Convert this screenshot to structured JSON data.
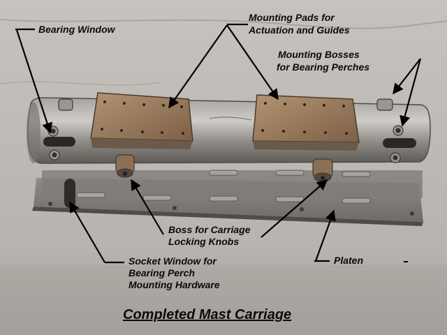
{
  "photo": {
    "subject": "Welded steel mast carriage assembly photographed on a concrete floor",
    "colors": {
      "concrete": "#bcb8b3",
      "concrete_dark": "#8f8c88",
      "steel": "#8e8a86",
      "steel_light": "#c9c5c0",
      "pad_rust": "#9a7a5c",
      "label_text": "#0b0b0b",
      "arrow": "#000000"
    }
  },
  "labels": {
    "bearing_window": "Bearing Window",
    "mounting_pads_line1": "Mounting Pads for",
    "mounting_pads_line2": "Actuation and Guides",
    "mounting_bosses_line1": "Mounting Bosses",
    "mounting_bosses_line2": "for Bearing Perches",
    "boss_knobs_line1": "Boss for Carriage",
    "boss_knobs_line2": "Locking Knobs",
    "socket_window_line1": "Socket Window for",
    "socket_window_line2": "Bearing Perch",
    "socket_window_line3": "Mounting Hardware",
    "platen": "Platen"
  },
  "caption": {
    "title": "Completed Mast Carriage"
  }
}
